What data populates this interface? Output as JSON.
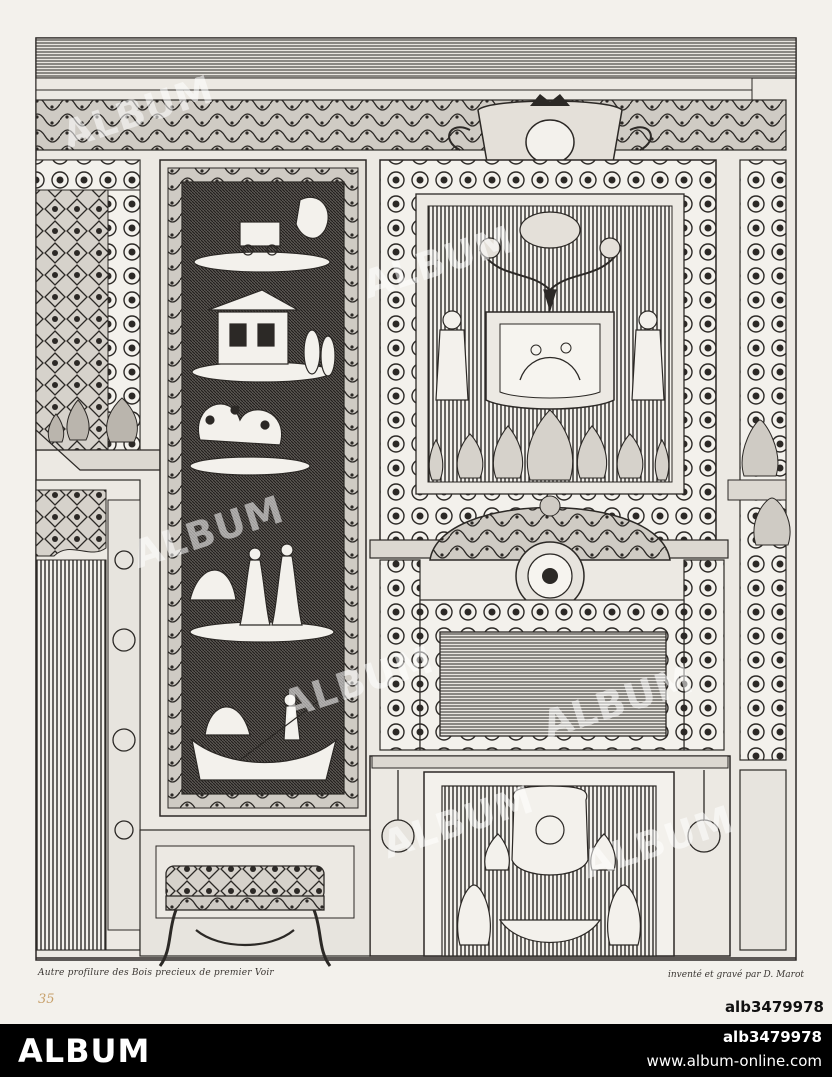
{
  "plate": {
    "caption_left": "Autre profilure des Bois precieux de premier Voir",
    "caption_right": "inventé et gravé par D. Marot",
    "page_number": "35",
    "ink_color": "#2c2926",
    "paper_color": "#f3f1ec"
  },
  "watermark": {
    "text": "ALBUM"
  },
  "footer": {
    "logo": "ALBUM",
    "image_id": "alb3479978",
    "url": "www.album-online.com"
  }
}
